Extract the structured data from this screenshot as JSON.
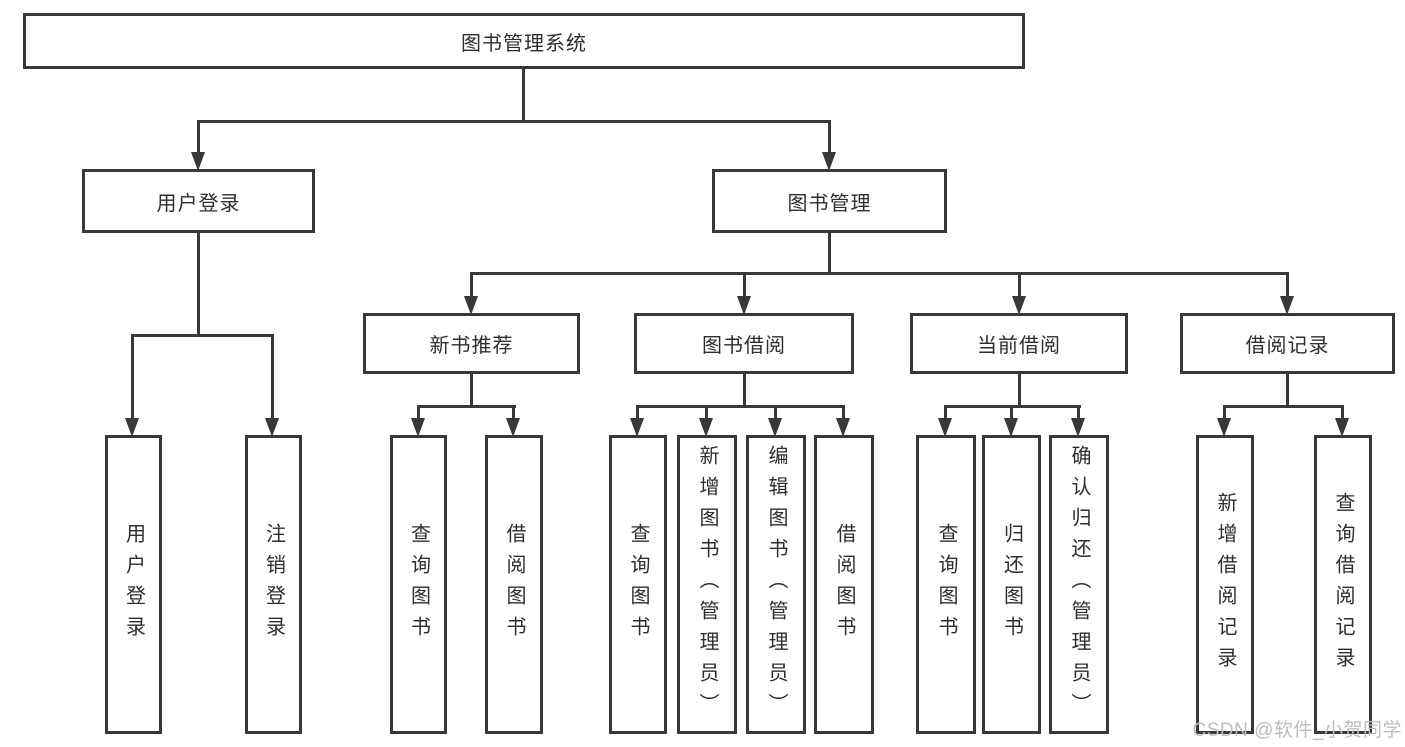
{
  "diagram_title": "图书管理系统",
  "tree": {
    "root": {
      "label": "图书管理系统",
      "children": [
        {
          "label": "用户登录",
          "children": [
            {
              "label": "用户登录"
            },
            {
              "label": "注销登录"
            }
          ]
        },
        {
          "label": "图书管理",
          "children": [
            {
              "label": "新书推荐",
              "children": [
                {
                  "label": "查询图书"
                },
                {
                  "label": "借阅图书"
                }
              ]
            },
            {
              "label": "图书借阅",
              "children": [
                {
                  "label": "查询图书"
                },
                {
                  "label": "新增图书（管理员）"
                },
                {
                  "label": "编辑图书（管理员）"
                },
                {
                  "label": "借阅图书"
                }
              ]
            },
            {
              "label": "当前借阅",
              "children": [
                {
                  "label": "查询图书"
                },
                {
                  "label": "归还图书"
                },
                {
                  "label": "确认归还（管理员）"
                }
              ]
            },
            {
              "label": "借阅记录",
              "children": [
                {
                  "label": "新增借阅记录"
                },
                {
                  "label": "查询借阅记录"
                }
              ]
            }
          ]
        }
      ]
    }
  },
  "watermark": "CSDN @软件_小贺同学",
  "colors": {
    "background": "#ffffff",
    "line": "#383838",
    "box_border": "#383838",
    "text": "#2e2e2e",
    "watermark": "#bdbdbd"
  }
}
